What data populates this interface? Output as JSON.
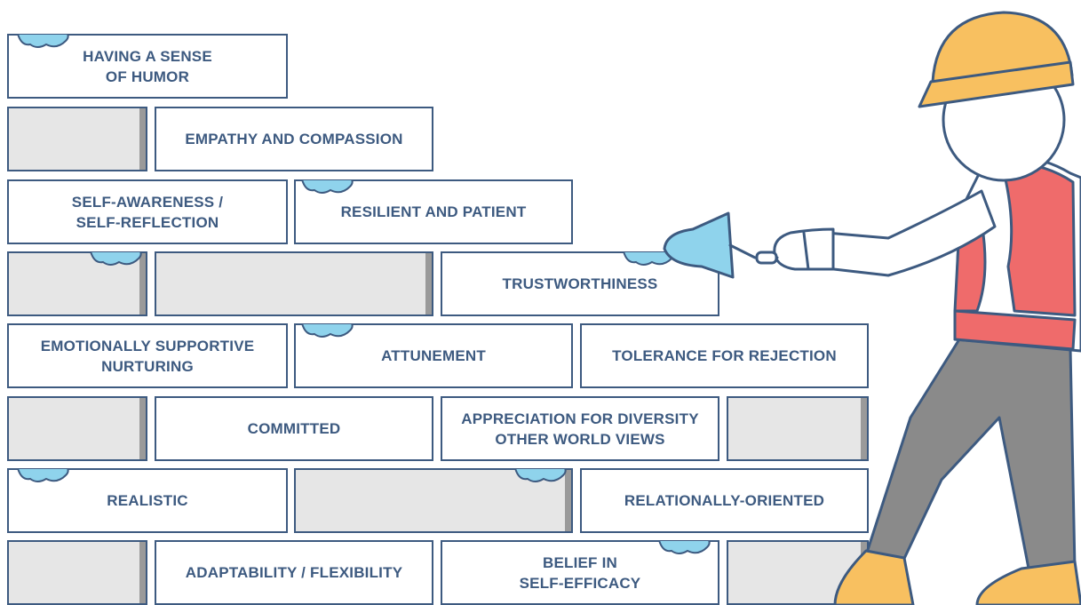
{
  "bricks": [
    {
      "label": "Having a sense\nof humor"
    },
    {
      "label": ""
    },
    {
      "label": "Empathy and compassion"
    },
    {
      "label": "Self-awareness /\nself-reflection"
    },
    {
      "label": "Resilient and patient"
    },
    {
      "label": ""
    },
    {
      "label": ""
    },
    {
      "label": "Trustworthiness"
    },
    {
      "label": "Emotionally supportive\nnurturing"
    },
    {
      "label": "Attunement"
    },
    {
      "label": "Tolerance for rejection"
    },
    {
      "label": ""
    },
    {
      "label": "Committed"
    },
    {
      "label": "Appreciation for diversity\nother world views"
    },
    {
      "label": ""
    },
    {
      "label": "Realistic"
    },
    {
      "label": ""
    },
    {
      "label": "Relationally-oriented"
    },
    {
      "label": ""
    },
    {
      "label": "Adaptability / flexibility"
    },
    {
      "label": "Belief in\nself-efficacy"
    },
    {
      "label": ""
    }
  ],
  "colors": {
    "outline": "#3d5a80",
    "mortar": "#8fd3ec",
    "helmet": "#f8c060",
    "vest": "#ef6b6b",
    "pants": "#8a8a8a",
    "blank_brick": "#e6e6e6"
  },
  "icons": [
    "mortar-blob",
    "hard-hat-icon",
    "trowel-icon",
    "construction-worker"
  ]
}
